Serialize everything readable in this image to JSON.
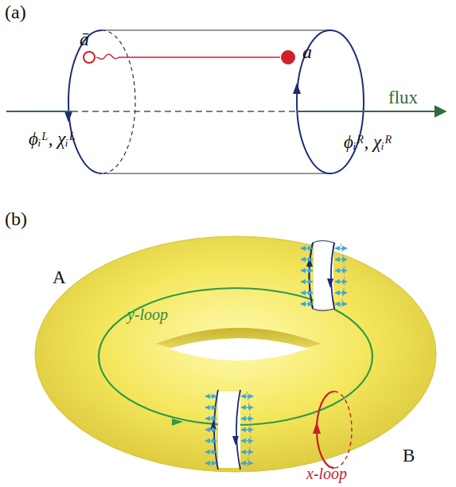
{
  "diagram": {
    "nodes": [
      {
        "text": [
          "ā"
        ]
      },
      {
        "text": [
          "a"
        ]
      }
    ],
    "edges": [
      {
        "from": 0,
        "to": 1,
        "arrow": "none"
      }
    ],
    "labels": [
      "(a)",
      "flux",
      "ϕᵢᴸ, χᵢᴸ",
      "ϕᵢᴿ, χᵢᴿ",
      "(b)",
      "A",
      "y-loop",
      "B",
      "x-loop"
    ]
  }
}
